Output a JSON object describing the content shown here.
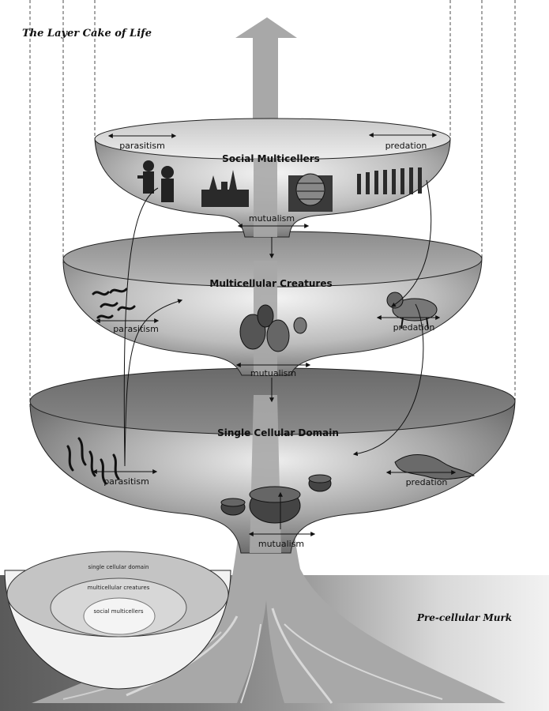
{
  "title": "The Layer Cake of Life",
  "murk_label": "Pre-cellular Murk",
  "layers": {
    "social": {
      "name": "Social Multicellers",
      "left_relation": "parasitism",
      "right_relation": "predation",
      "center_relation": "mutualism"
    },
    "multicellular": {
      "name": "Multicellular Creatures",
      "left_relation": "parasitism",
      "right_relation": "predation",
      "center_relation": "mutualism"
    },
    "single": {
      "name": "Single Cellular Domain",
      "left_relation": "parasitism",
      "right_relation": "predation",
      "center_relation": "mutualism"
    }
  },
  "inset": {
    "outer": "single cellular domain",
    "middle": "multicellular creatures",
    "inner": "social multicellers"
  },
  "colors": {
    "murk_dark": "#5a5a5a",
    "bowl_dark": "#6e6e6e",
    "bowl_light": "#e8e8e8",
    "trunk": "#a8a8a8",
    "ink": "#111111"
  }
}
